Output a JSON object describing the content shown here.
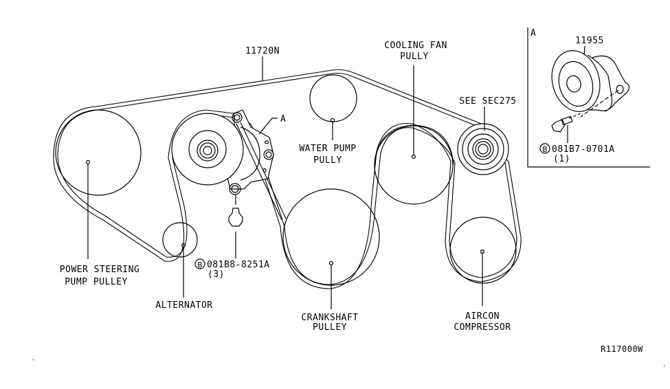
{
  "diagram": {
    "belt_part_number": "11720N",
    "callout_a": "A",
    "components": {
      "power_steering": [
        "POWER STEERING",
        "PUMP PULLEY"
      ],
      "alternator": "ALTERNATOR",
      "water_pump": [
        "WATER PUMP",
        "PULLY"
      ],
      "cooling_fan": [
        "COOLING FAN",
        "PULLY"
      ],
      "see_sec": "SEE SEC275",
      "crankshaft": [
        "CRANKSHAFT",
        "PULLEY"
      ],
      "aircon": [
        "AIRCON",
        "COMPRESSOR"
      ]
    },
    "bolt_main": {
      "marker": "B",
      "part_number": "081B8-8251A",
      "quantity": "(3)"
    },
    "detail_a": {
      "label": "A",
      "part_number": "11955",
      "bolt_marker": "B",
      "bolt_part_number": "081B7-0701A",
      "bolt_quantity": "(1)"
    },
    "drawing_code": "R117000W",
    "colors": {
      "line": "#000000",
      "background": "#ffffff"
    }
  }
}
